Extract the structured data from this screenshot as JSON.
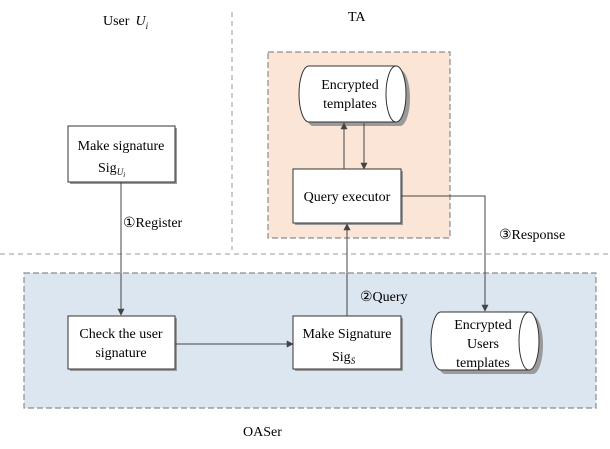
{
  "headings": {
    "user_prefix": "User",
    "user_var": "U",
    "user_sub": "i",
    "ta": "TA",
    "oaser": "OASer"
  },
  "ta_region": {
    "db_line1": "Encrypted",
    "db_line2": "templates",
    "query_executor": "Query executor"
  },
  "user_region": {
    "make_sig_line1": "Make signature",
    "sig_text": "Sig",
    "sig_sub": "U",
    "sig_sub2": "i"
  },
  "oaser_region": {
    "check_line1": "Check the user",
    "check_line2": "signature",
    "make_sig_line1": "Make Signature",
    "sig_text": "Sig",
    "sig_sub": "S",
    "db_line1": "Encrypted",
    "db_line2": "Users",
    "db_line3": "templates"
  },
  "edges": {
    "register": "①Register",
    "query": "②Query",
    "response": "③Response"
  },
  "colors": {
    "ta_fill": "#fbe5d6",
    "ta_border": "#8c8c8c",
    "oaser_fill": "#dce6f0",
    "oaser_border": "#8c8c8c"
  }
}
